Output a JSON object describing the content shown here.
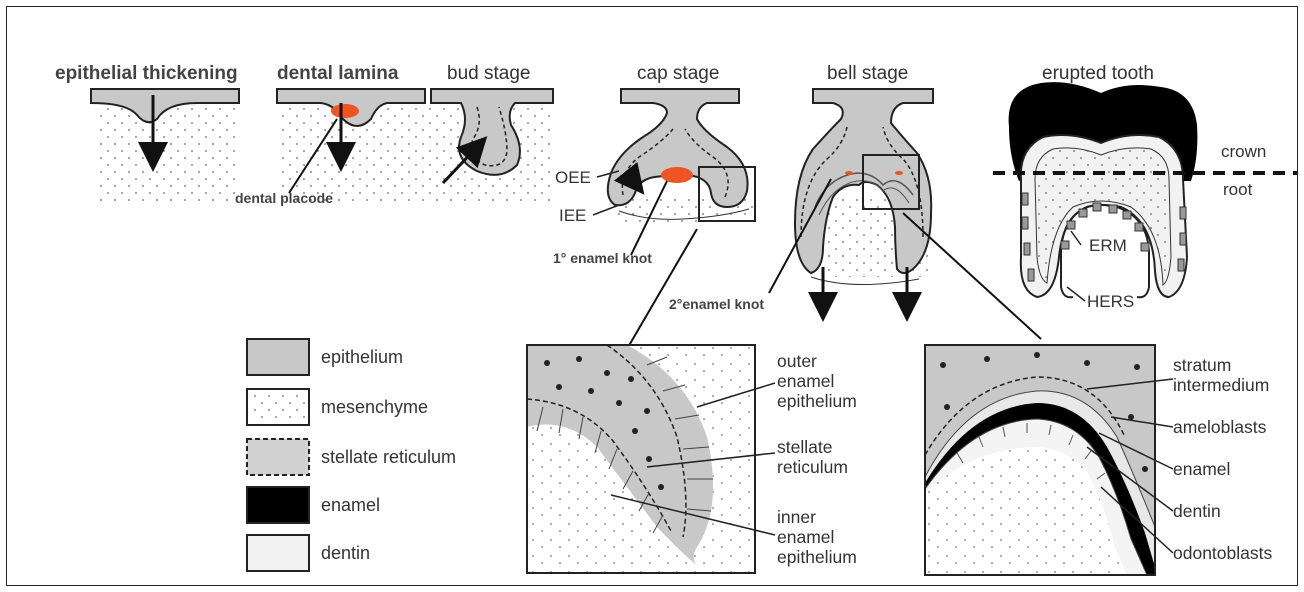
{
  "stages": {
    "epithelial_thickening": "epithelial thickening",
    "dental_lamina": "dental lamina",
    "bud_stage": "bud stage",
    "cap_stage": "cap stage",
    "bell_stage": "bell stage",
    "erupted_tooth": "erupted tooth"
  },
  "annotations": {
    "dental_placode": "dental placode",
    "oee": "OEE",
    "iee": "IEE",
    "primary_enamel_knot": "1° enamel knot",
    "secondary_enamel_knot": "2°enamel knot",
    "crown": "crown",
    "root": "root",
    "erm": "ERM",
    "hers": "HERS"
  },
  "legend": [
    {
      "label": "epithelium",
      "fill": "#c8c8c8",
      "style": "solid"
    },
    {
      "label": "mesenchyme",
      "fill": "#ffffff",
      "style": "dots"
    },
    {
      "label": "stellate reticulum",
      "fill": "#d2d2d2",
      "style": "dashed"
    },
    {
      "label": "enamel",
      "fill": "#000000",
      "style": "solid"
    },
    {
      "label": "dentin",
      "fill": "#f2f2f2",
      "style": "solid"
    }
  ],
  "cap_detail": {
    "labels": [
      "outer",
      "enamel",
      "epithelium",
      "stellate",
      "reticulum",
      "inner",
      "enamel",
      "epithelium"
    ]
  },
  "bell_detail": {
    "labels": [
      "stratum",
      "intermedium",
      "ameloblasts",
      "enamel",
      "dentin",
      "odontoblasts"
    ]
  },
  "colors": {
    "epithelium": "#c8c8c8",
    "placode": "#ee5522",
    "line": "#222222"
  }
}
